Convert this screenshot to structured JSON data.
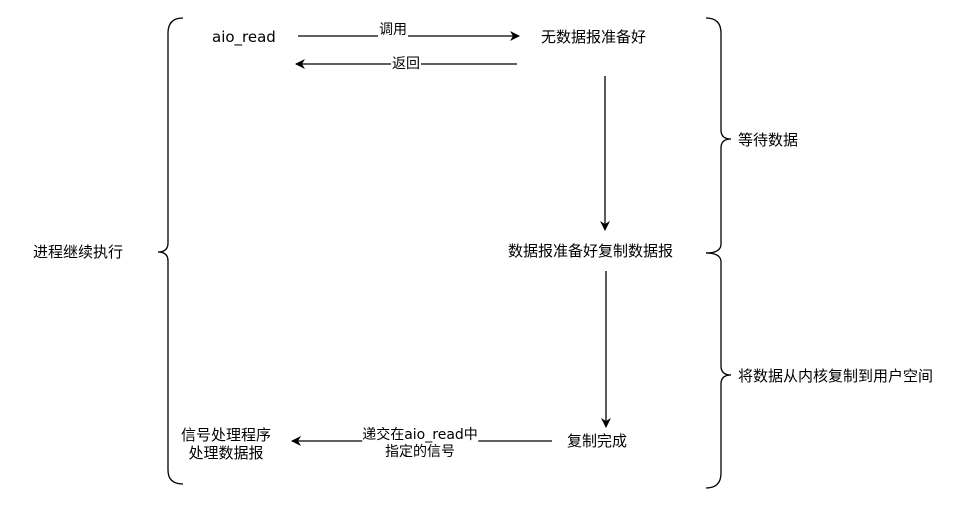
{
  "nodes": {
    "aio_read": "aio_read",
    "no_datagram": "无数据报准备好",
    "datagram_ready": "数据报准备好复制数据报",
    "copy_done": "复制完成",
    "signal_handler_line1": "信号处理程序",
    "signal_handler_line2": "处理数据报"
  },
  "edges": {
    "call": "调用",
    "return": "返回",
    "deliver_line1": "递交在aio_read中",
    "deliver_line2": "指定的信号"
  },
  "braces": {
    "process_continue": "进程继续执行",
    "wait_data": "等待数据",
    "copy_to_user": "将数据从内核复制到用户空间"
  },
  "colors": {
    "stroke": "#000000",
    "background": "#ffffff"
  }
}
